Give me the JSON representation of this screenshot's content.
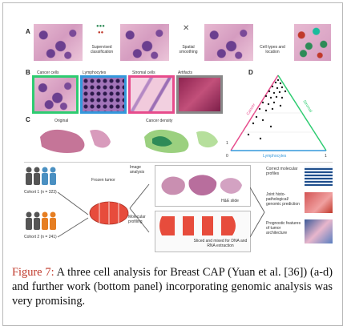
{
  "panels": {
    "a": {
      "letter": "A",
      "steps": [
        "Supervised classification",
        "Spatial smoothing",
        "Cell types and location"
      ]
    },
    "b": {
      "letter": "B",
      "tiles": [
        "Cancer cells",
        "Lymphocytes",
        "Stromal cells",
        "Artifacts"
      ]
    },
    "c": {
      "letter": "C",
      "titles": [
        "Original",
        "Cancer density"
      ]
    },
    "d": {
      "letter": "D",
      "axes": [
        "Cancer",
        "Stromal",
        "Lymphocytes"
      ],
      "ticks": [
        "0",
        "1",
        "1"
      ]
    },
    "bottom": {
      "cohort1": "Cohort 1 (n = 323)",
      "cohort2": "Cohort 2 (n = 241)",
      "frozen": "Frozen tumor",
      "image_analysis": "Image analysis",
      "he_slide": "H&E slide",
      "molecular": "Molecular profiling",
      "sliced": "Sliced and mixed for DNA and RNA extraction",
      "outputs": [
        "Correct molecular profiles",
        "Joint histo-pathological/ genomic prediction",
        "Prognostic features of tumor architecture"
      ]
    }
  },
  "caption": {
    "label": "Figure 7:",
    "text": " A three cell analysis for Breast CAP (Yuan et al. [36]) (a-d) and further work (bottom panel) incorporating genomic analysis was very promising."
  }
}
